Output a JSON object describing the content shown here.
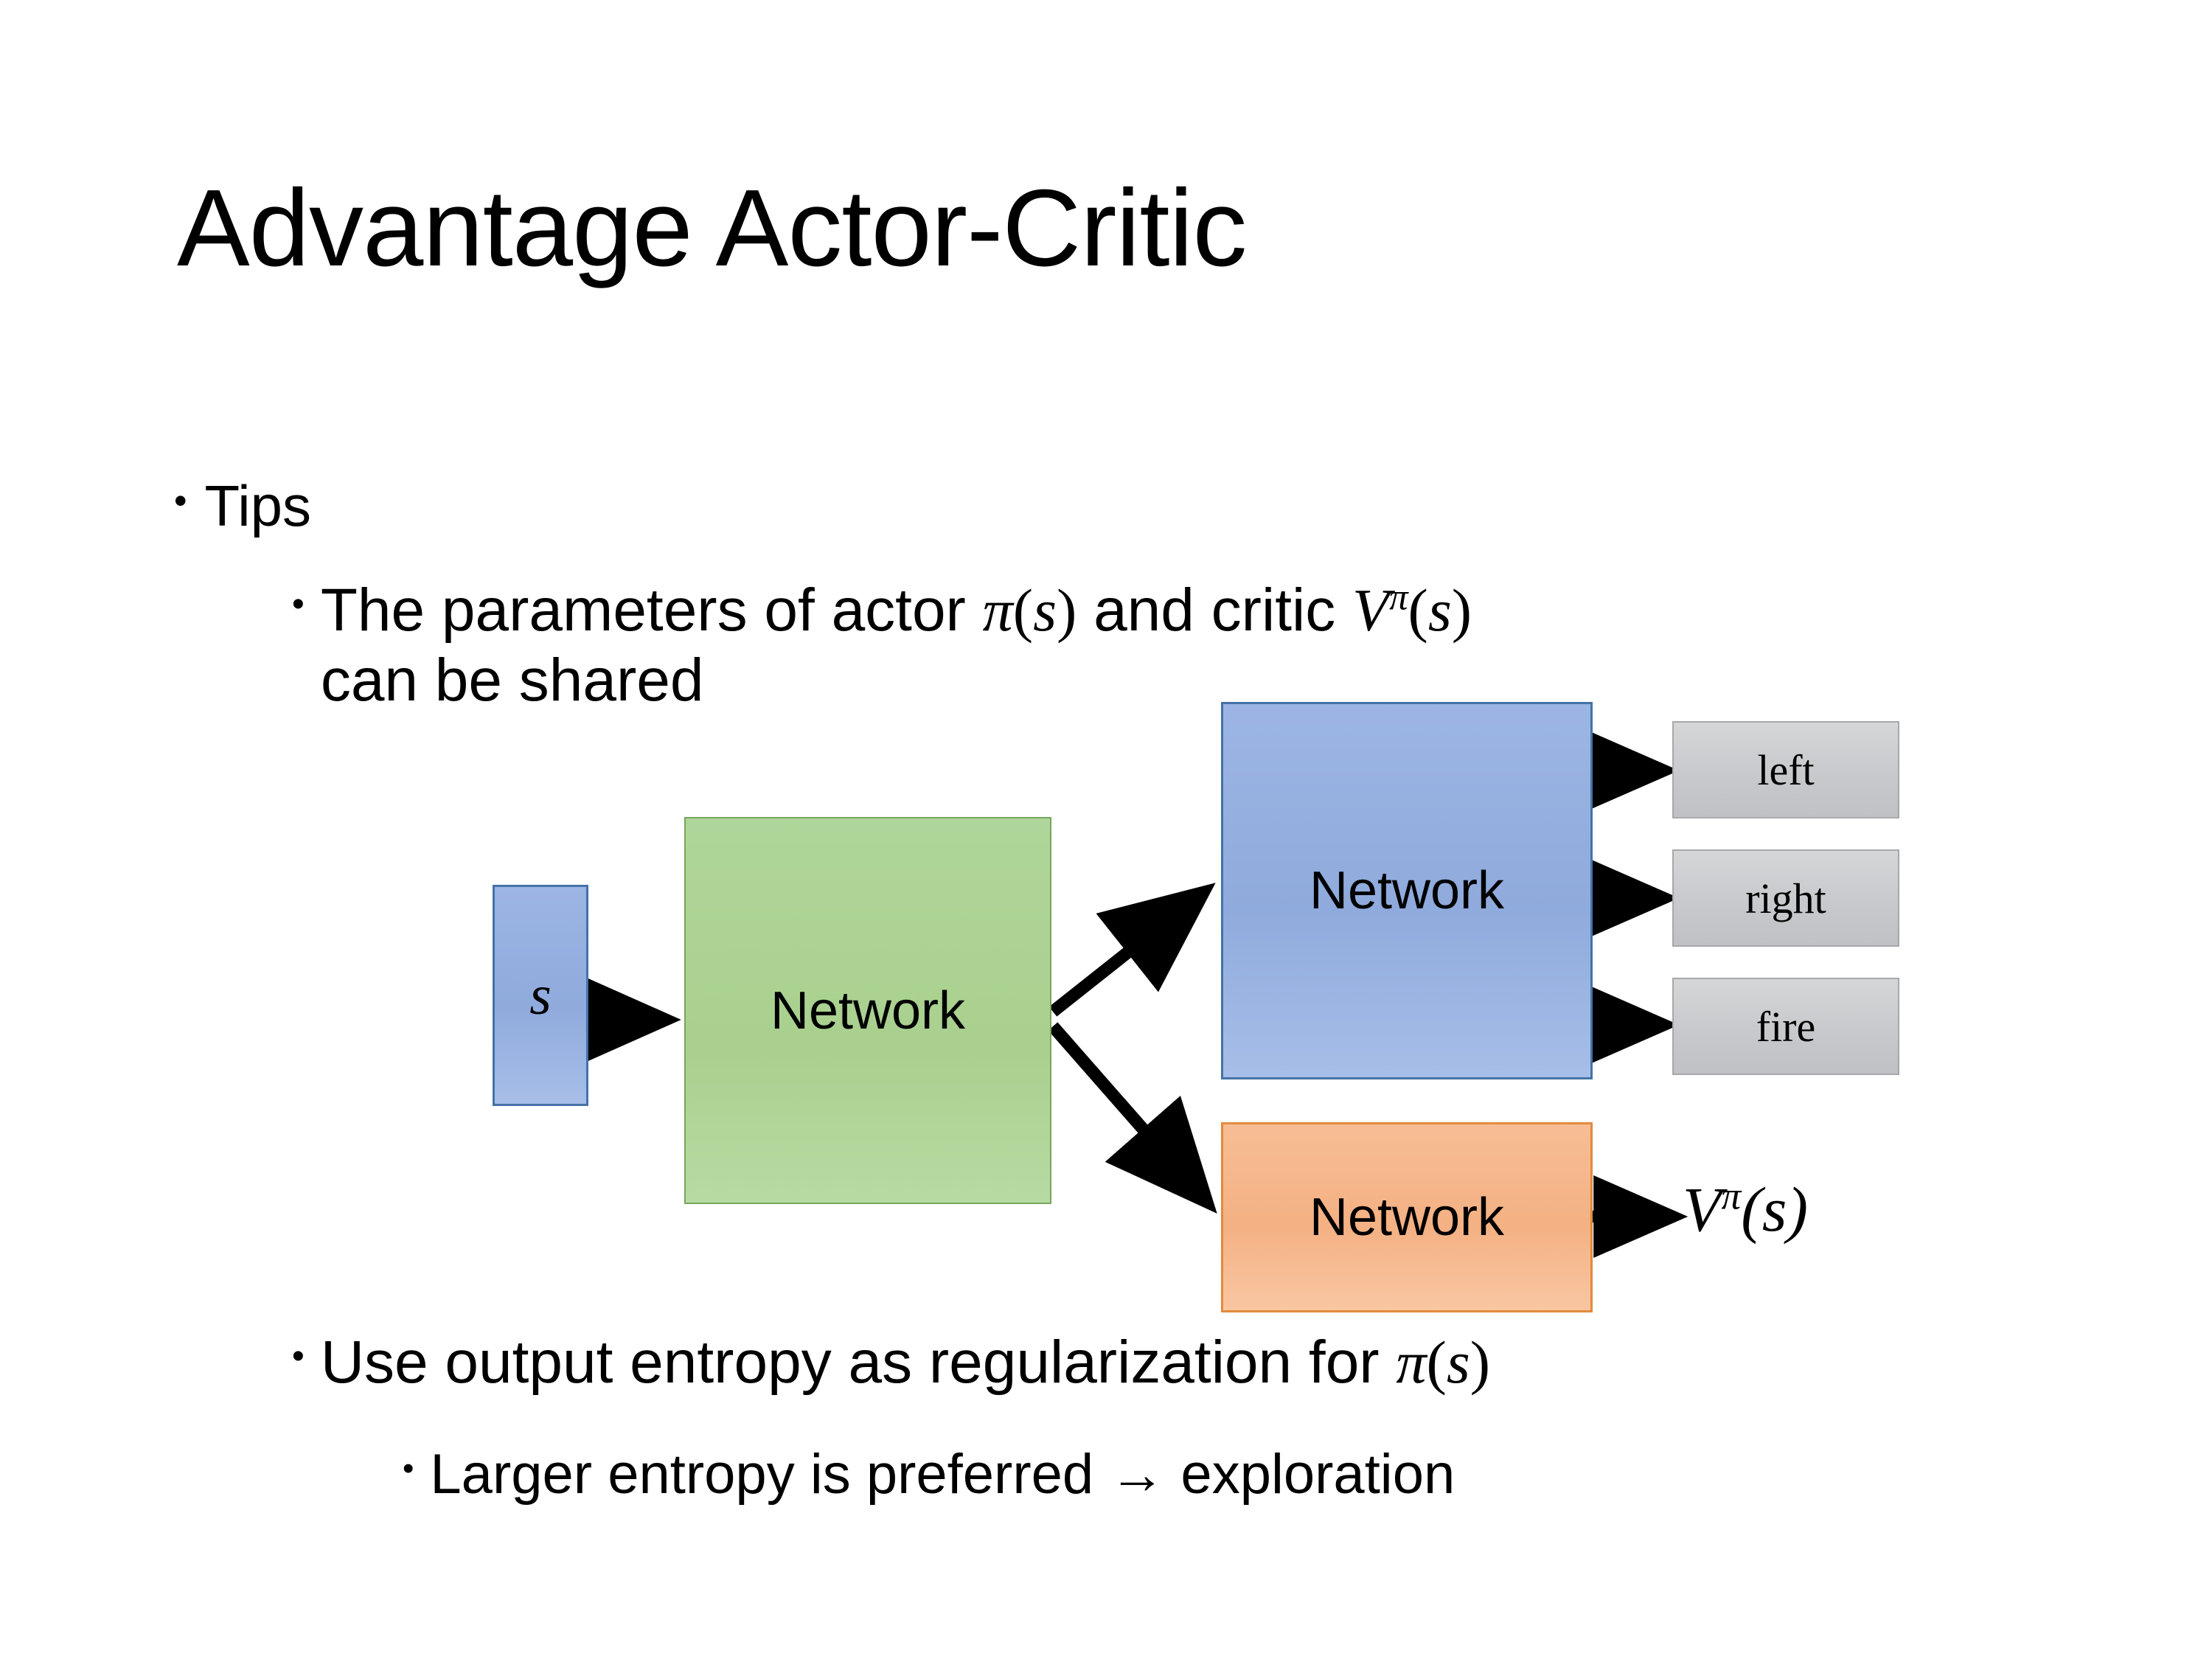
{
  "slide": {
    "title": "Advantage Actor-Critic",
    "background_color": "#FFFFFF"
  },
  "bullets": {
    "tips": "Tips",
    "shared_params_line1_a": "The parameters of actor ",
    "shared_params_math_pi": "π(s)",
    "shared_params_line1_b": "  and critic ",
    "shared_params_math_v": "Vπ(s)",
    "shared_params_line2": "can be shared",
    "entropy_a": "Use output entropy as regularization for ",
    "entropy_math_pi": "π(s)",
    "exploration": "Larger entropy is preferred → exploration"
  },
  "math_glyphs": {
    "pi": "π",
    "s": "s",
    "V": "V",
    "lparen": "(",
    "rparen": ")"
  },
  "diagram": {
    "state_box": {
      "label": "s",
      "fill": "#8FAADC",
      "border": "#4472A8"
    },
    "shared_network": {
      "label": "Network",
      "fill": "#A9D08E",
      "border": "#76A65C"
    },
    "actor_network": {
      "label": "Network",
      "fill": "#8FAADC",
      "border": "#4472A8"
    },
    "critic_network": {
      "label": "Network",
      "fill": "#F4B183",
      "border": "#E38A3E"
    },
    "actions": [
      {
        "label": "left",
        "fill": "#C7C9CC",
        "border": "#A6A8AB"
      },
      {
        "label": "right",
        "fill": "#C7C9CC",
        "border": "#A6A8AB"
      },
      {
        "label": "fire",
        "fill": "#C7C9CC",
        "border": "#A6A8AB"
      }
    ],
    "value_output": {
      "base": "V",
      "superscript": "π",
      "argument": "(s)"
    },
    "arrow_color": "#000000"
  }
}
